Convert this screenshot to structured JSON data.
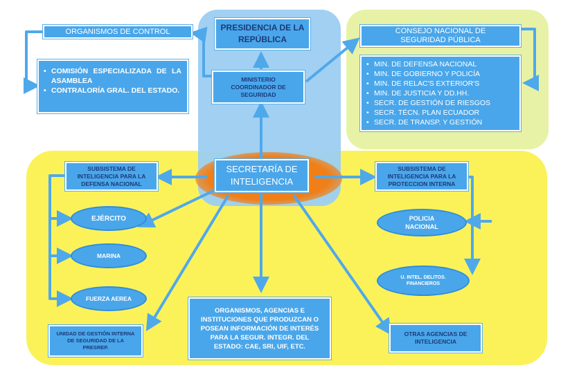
{
  "colors": {
    "arrow": "#4fa8ea",
    "box_fill": "#4aa6ea",
    "yellow_panel": "#fbf25a",
    "green_panel": "#e8f2a6",
    "presidency_panel": "#9ccdf2",
    "center_glow": "#f07f18"
  },
  "control": {
    "title": "ORGANISMOS DE CONTROL",
    "items": [
      "COMISIÓN ESPECIALIZADA DE LA ASAMBLEA",
      "CONTRALORÍA GRAL. DEL ESTADO."
    ]
  },
  "presidency": {
    "title": "PRESIDENCIA DE LA REPÚBLICA"
  },
  "ministry": {
    "label": "MINISTERIO COORDINADOR DE SEGURIDAD"
  },
  "council": {
    "title": "CONSEJO NACIONAL DE SEGURIDAD PÚBLICA",
    "items": [
      "MIN. DE DEFENSA NACIONAL",
      "MIN. DE GOBIERNO Y POLICÍA",
      "MIN. DE RELAC'S EXTERIOR'S",
      "MIN. DE JUSTICIA Y DD.HH.",
      "SECR. DE GESTIÓN DE RIESGOS",
      "SECR. TÉCN. PLAN ECUADOR",
      "SECR. DE TRANSP. Y GESTIÓN"
    ]
  },
  "secretariat": {
    "title": "SECRETARÍA DE INTELIGENCIA"
  },
  "defense": {
    "title": "SUBSISTEMA DE INTELIGENCIA PARA LA DEFENSA NACIONAL",
    "units": [
      "EJÉRCITO",
      "MARINA",
      "FUERZA AEREA"
    ]
  },
  "internal": {
    "title": "SUBSISTEMA DE INTELIGENCIA PARA LA PROTECCION INTERNA",
    "units": [
      "POLICIA NACIONAL",
      "U. INTEL. DELITOS. FINANCIEROS"
    ]
  },
  "presidency_security": {
    "label": "UNIDAD DE GESTIÓN INTERNA DE SEGURIDAD DE LA PRESREP."
  },
  "agencies": {
    "text": "ORGANISMOS, AGENCIAS E INSTITUCIONES QUE PRODUZCAN O POSEAN INFORMACIÓN DE INTERÉS PARA LA SEGUR. INTEGR. DEL ESTADO: CAE, SRI, UIF, ETC."
  },
  "other_agencies": {
    "label": "OTRAS AGENCIAS DE INTELIGENCIA"
  }
}
